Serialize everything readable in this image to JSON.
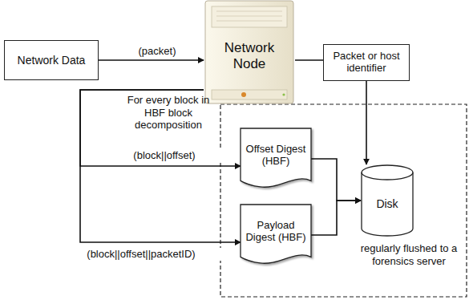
{
  "diagram": {
    "nodes": [
      {
        "text": [
          "Network Data"
        ]
      },
      {
        "text": [
          "Network Node"
        ]
      },
      {
        "text": [
          "Packet or host identifier"
        ]
      },
      {
        "text": [
          "Offset Digest (HBF)"
        ]
      },
      {
        "text": [
          "Payload Digest (HBF)"
        ]
      },
      {
        "text": [
          "Disk"
        ]
      }
    ],
    "edges": [
      {
        "from": 0,
        "to": 1,
        "arrow": "to",
        "label": "(packet)"
      },
      {
        "from": 1,
        "to": 2,
        "arrow": "none"
      },
      {
        "from": 2,
        "to": 5,
        "arrow": "to"
      },
      {
        "from": 1,
        "to": 3,
        "arrow": "to",
        "label": "(block||offset)"
      },
      {
        "from": 1,
        "to": 4,
        "arrow": "to",
        "label": "(block||offset||packetID)"
      },
      {
        "from": 3,
        "to": 5,
        "arrow": "to"
      },
      {
        "from": 4,
        "to": 5,
        "arrow": "to"
      }
    ],
    "labels": [
      "For every block in HBF block decomposition",
      "regularly flushed to a forensics server"
    ]
  }
}
